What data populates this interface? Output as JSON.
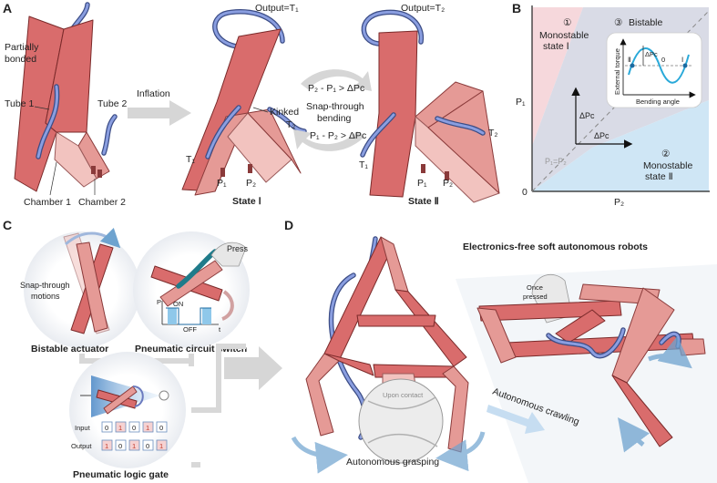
{
  "panels": {
    "a": "A",
    "b": "B",
    "c": "C",
    "d": "D"
  },
  "panel_a": {
    "partially_bonded": [
      "Partially",
      "bonded"
    ],
    "tube1": "Tube 1",
    "tube2": "Tube 2",
    "chamber1": "Chamber 1",
    "chamber2": "Chamber 2",
    "inflation": "Inflation",
    "output1": "Output=T₁",
    "output2": "Output=T₂",
    "kinked": "Kinked",
    "t1": "T₁",
    "t2": "T₂",
    "p1": "P₁",
    "p2": "P₂",
    "cond_top": "P₂ - P₁ > ΔPᴄ",
    "snap_through": [
      "Snap-through",
      "bending"
    ],
    "cond_bottom": "P₁ - P₂ > ΔPᴄ",
    "state1": "State Ⅰ",
    "state2": "State Ⅱ"
  },
  "panel_b": {
    "region1_num": "①",
    "region1": [
      "Monostable",
      "state Ⅰ"
    ],
    "region3_num": "③",
    "region3": "Bistable",
    "region2_num": "②",
    "region2": [
      "Monostable",
      "state Ⅱ"
    ],
    "ylabel": "P₁",
    "xlabel": "P₂",
    "origin": "0",
    "delta_pc_v": "ΔPᴄ",
    "delta_pc_h": "ΔPᴄ",
    "diag": "P₁=P₂",
    "inset": {
      "ylabel": "External torque",
      "xlabel": "Bending angle",
      "delta_pc": "ΔPᴄ",
      "ii": "Ⅱ",
      "zero": "0",
      "i": "Ⅰ"
    },
    "colors": {
      "mono1": "#f6d8dc",
      "bistable": "#d9dbe6",
      "mono2": "#cfe6f5",
      "curve": "#29a9d9"
    }
  },
  "panel_c": {
    "snap_motions": [
      "Snap-through",
      "motions"
    ],
    "bistable_actuator": "Bistable actuator",
    "press": "Press",
    "on": "ON",
    "off": "OFF",
    "p_axis": "P",
    "t_axis": "t",
    "pneumatic_switch": "Pneumatic circuit switch",
    "input_label": "Input",
    "output_label": "Output",
    "input_bits": [
      "0",
      "1",
      "0",
      "1",
      "0"
    ],
    "output_bits": [
      "1",
      "0",
      "1",
      "0",
      "1"
    ],
    "logic_gate": "Pneumatic logic gate"
  },
  "panel_d": {
    "title": "Electronics-free soft autonomous robots",
    "upon_contact": "Upon contact",
    "autonomous_grasping": "Autonomous grasping",
    "once_pressed": [
      "Once",
      "pressed"
    ],
    "autonomous_crawling": "Autonomous crawling"
  }
}
